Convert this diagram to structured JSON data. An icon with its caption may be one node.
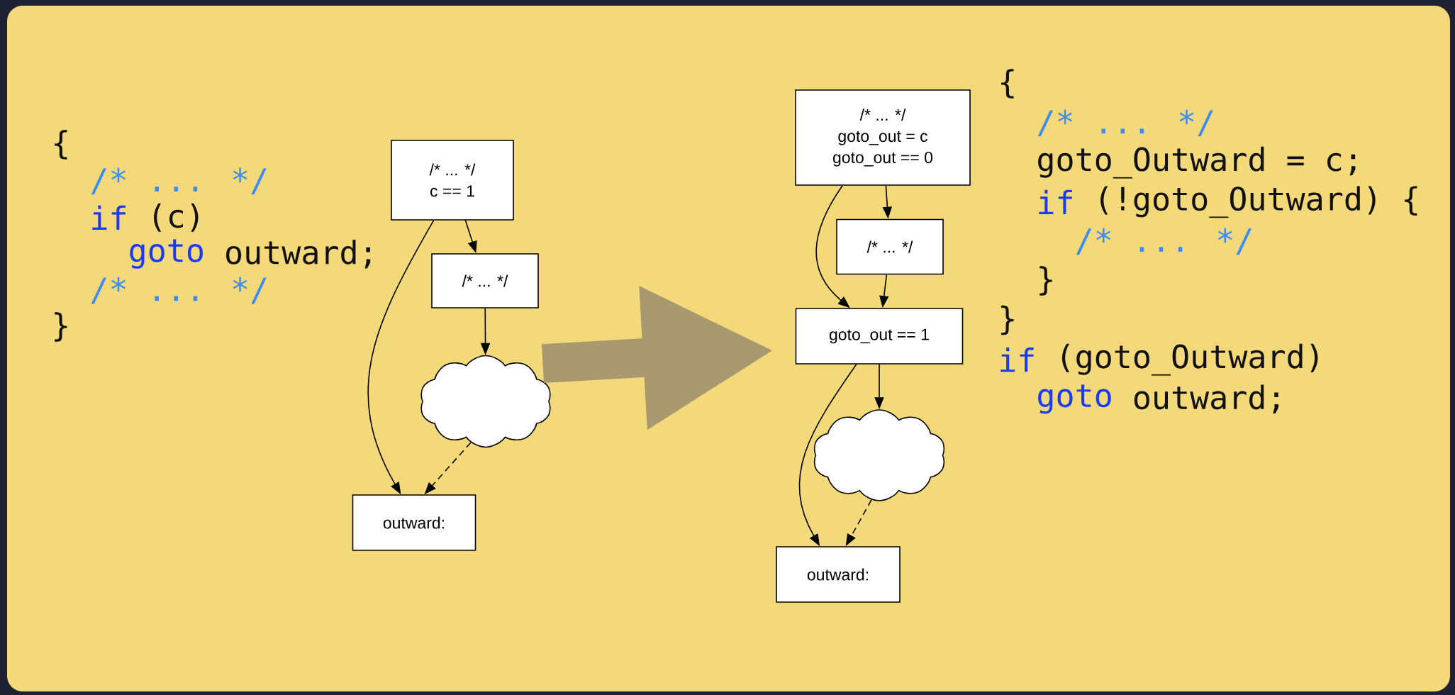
{
  "diagram": {
    "nodes": [
      {
        "text": [
          "/* ... */",
          "c == 1"
        ]
      },
      {
        "text": [
          "/* ... */"
        ]
      },
      {
        "text": [],
        "shape": "cloud"
      },
      {
        "text": [
          "outward:"
        ]
      },
      {
        "text": [
          "/* ... */",
          "goto_out = c",
          "goto_out == 0"
        ]
      },
      {
        "text": [
          "/* ... */"
        ]
      },
      {
        "text": [
          "goto_out == 1"
        ]
      },
      {
        "text": [],
        "shape": "cloud"
      },
      {
        "text": [
          "outward:"
        ]
      }
    ],
    "edges": [
      {
        "from": 0,
        "to": 1,
        "arrow": "to"
      },
      {
        "from": 1,
        "to": 2,
        "arrow": "to"
      },
      {
        "from": 0,
        "to": 3,
        "arrow": "to"
      },
      {
        "from": 2,
        "to": 3,
        "arrow": "to",
        "style": "dashed"
      },
      {
        "from": 4,
        "to": 5,
        "arrow": "to"
      },
      {
        "from": 5,
        "to": 6,
        "arrow": "to"
      },
      {
        "from": 4,
        "to": 6,
        "arrow": "to"
      },
      {
        "from": 6,
        "to": 7,
        "arrow": "to"
      },
      {
        "from": 6,
        "to": 8,
        "arrow": "to"
      },
      {
        "from": 7,
        "to": 8,
        "arrow": "to",
        "style": "dashed"
      },
      {
        "from": 2,
        "to": 6,
        "arrow": "to",
        "style": "thick",
        "color": "#a8996e"
      }
    ],
    "labels": [
      "{",
      "/* ... */",
      "if",
      "(c)",
      "goto",
      "outward;",
      "/* ... */",
      "}",
      "{",
      "/* ... */",
      "goto_Outward = c;",
      "if",
      "(!goto_Outward) {",
      "/* ... */",
      "}",
      "}",
      "if",
      "(goto_Outward)",
      "goto",
      "outward;"
    ]
  }
}
